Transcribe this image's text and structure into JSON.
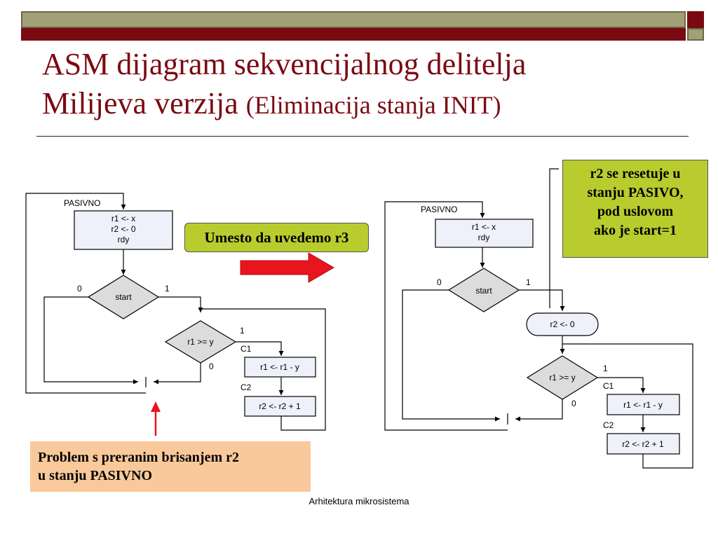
{
  "slide": {
    "title_line1": "ASM dijagram sekvencijalnog delitelja",
    "title_line2_main": "Milijeva verzija ",
    "title_line2_sub": "(Eliminacija stanja INIT)",
    "footer": "Arhitektura mikrosistema"
  },
  "callouts": {
    "umesto": "Umesto da uvedemo r3",
    "r2_reset": [
      "r2 se resetuje u",
      "stanju PASIVO,",
      "pod uslovom",
      "ako je start=1"
    ],
    "problem": [
      "Problem s preranim brisanjem r2",
      "u stanju PASIVNO"
    ]
  },
  "left_diagram": {
    "state_label": "PASIVNO",
    "state_box_lines": [
      "r1 <- x",
      "r2 <- 0",
      "rdy"
    ],
    "decision_start": "start",
    "decision_start_false": "0",
    "decision_start_true": "1",
    "decision_compare": "r1 >= y",
    "decision_compare_true": "1",
    "decision_compare_false": "0",
    "c1_label": "C1",
    "c1_box": "r1 <- r1 - y",
    "c2_label": "C2",
    "c2_box": "r2 <- r2 + 1"
  },
  "right_diagram": {
    "state_label": "PASIVNO",
    "state_box_lines": [
      "r1 <- x",
      "rdy"
    ],
    "decision_start": "start",
    "decision_start_false": "0",
    "decision_start_true": "1",
    "conditional_box": "r2 <- 0",
    "decision_compare": "r1 >= y",
    "decision_compare_true": "1",
    "decision_compare_false": "0",
    "c1_label": "C1",
    "c1_box": "r1 <- r1 - y",
    "c2_label": "C2",
    "c2_box": "r2 <- r2 + 1"
  },
  "colors": {
    "title": "#7a0a12",
    "header_olive": "#a2a077",
    "header_red": "#7a0a12",
    "box_fill": "#eef0fa",
    "callout_green": "#b8cc2e",
    "callout_peach": "#f9c99b",
    "arrow_red": "#e8141e"
  }
}
